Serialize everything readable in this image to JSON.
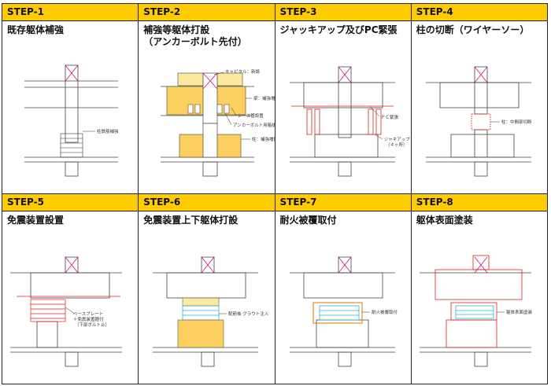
{
  "steps": [
    {
      "header": "STEP-1",
      "title": "既存躯体補強",
      "annotations": [
        "柱鉄筋補強"
      ]
    },
    {
      "header": "STEP-2",
      "title": "補強等躯体打設\n（アンカーボルト先付）",
      "annotations": [
        "キャピタル：新設",
        "梁：補強増打ち",
        "シース管設置",
        "アンカーボルト用箱抜き",
        "柱：補強増打ち"
      ]
    },
    {
      "header": "STEP-3",
      "title": "ジャッキアップ及びPC緊張",
      "annotations": [
        "ＰＣ緊張",
        "ジャキアップ",
        "（４ヶ所）"
      ]
    },
    {
      "header": "STEP-4",
      "title": "柱の切断（ワイヤーソー）",
      "annotations": [
        "柱：中間部切断"
      ]
    },
    {
      "header": "STEP-5",
      "title": "免震装置設置",
      "annotations": [
        "ベースプレート",
        "＋免震装置据付",
        "（下部ボルト止）"
      ]
    },
    {
      "header": "STEP-6",
      "title": "免震装置上下躯体打設",
      "annotations": [
        "配筋後 グラウト注入"
      ]
    },
    {
      "header": "STEP-7",
      "title": "耐火被覆取付",
      "annotations": [
        "耐火被覆取付"
      ]
    },
    {
      "header": "STEP-8",
      "title": "躯体表面塗装",
      "annotations": [
        "躯体表面塗装"
      ]
    }
  ]
}
